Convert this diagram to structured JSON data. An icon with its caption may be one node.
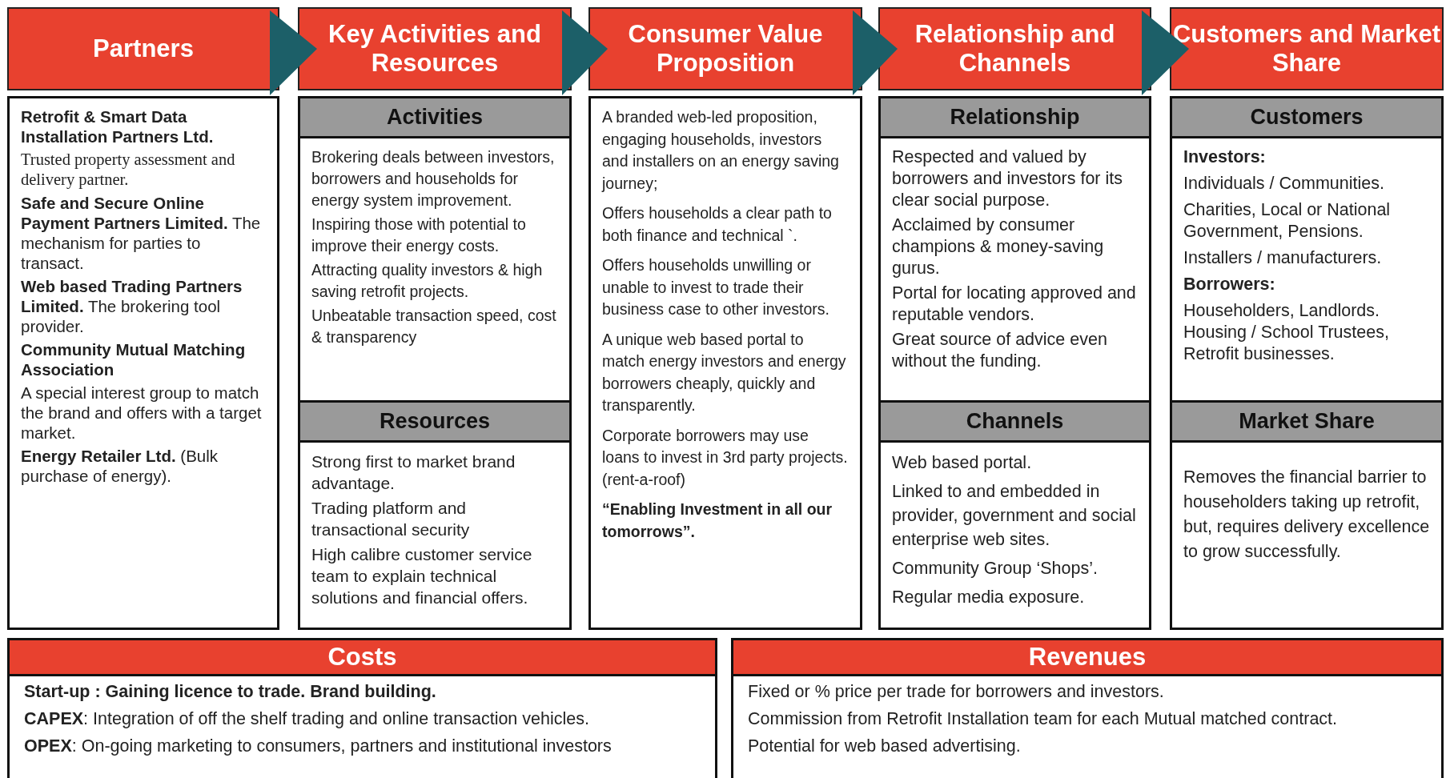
{
  "diagram": {
    "nodes": [
      {
        "text": [
          "Partners"
        ]
      },
      {
        "text": [
          "Retrofit & Smart Data Installation Partners Ltd.",
          "Trusted property assessment and delivery partner.",
          "**Safe and Secure  Online Payment Partners Limited.** The mechanism for parties to transact.",
          "**Web based Trading Partners Limited.** The brokering tool provider.",
          "Community Mutual Matching Association",
          "A special interest group to match the brand and offers with a target market.",
          "**Energy Retailer Ltd.** (Bulk purchase of energy)."
        ]
      },
      {
        "text": [
          "Key Activities and Resources"
        ]
      },
      {
        "text": [
          "Activities",
          "Brokering deals between investors, borrowers and households for energy system improvement.",
          "Inspiring those with potential to improve their energy costs.",
          "Attracting quality investors & high saving retrofit projects.",
          "Unbeatable transaction speed, cost & transparency"
        ]
      },
      {
        "text": [
          "Resources",
          "Strong first to market brand advantage.",
          "Trading platform and transactional security",
          "High calibre customer service team to explain technical solutions and financial offers."
        ]
      },
      {
        "text": [
          "Consumer Value Proposition"
        ]
      },
      {
        "text": [
          "A branded web-led proposition, engaging households, investors and installers on an energy saving journey;",
          "Offers households a clear path to both finance and technical `.",
          "Offers households unwilling or unable to invest to trade their business case to other investors.",
          "A unique web based portal to match energy investors and energy borrowers cheaply, quickly and transparently.",
          "Corporate borrowers may use loans to invest in 3rd party projects. (rent-a-roof)",
          "“Enabling Investment in all our tomorrows”."
        ]
      },
      {
        "text": [
          "Relationship and Channels"
        ]
      },
      {
        "text": [
          "Relationship",
          "Respected and valued by borrowers and investors for its clear social purpose.",
          "Acclaimed by consumer champions & money-saving gurus.",
          "Portal for locating approved and reputable vendors.",
          "Great source of advice even without the funding."
        ]
      },
      {
        "text": [
          "Channels",
          "Web based portal.",
          "Linked to and embedded in provider, government and social enterprise web sites.",
          "Community Group ‘Shops’.",
          "Regular media exposure."
        ]
      },
      {
        "text": [
          "Customers and Market Share"
        ]
      },
      {
        "text": [
          "Customers",
          "Investors:",
          "Individuals / Communities.",
          "Charities, Local or National Government, Pensions.",
          "Installers / manufacturers.",
          "Borrowers:",
          "Householders, Landlords. Housing / School Trustees, Retrofit businesses."
        ]
      },
      {
        "text": [
          "Market Share",
          "Removes the financial barrier to householders taking up retrofit, but, requires delivery excellence to grow successfully."
        ]
      },
      {
        "text": [
          "Costs",
          "Start-up : Gaining licence to trade. Brand building.",
          "**CAPEX**: Integration of off the shelf trading and online transaction vehicles.",
          "**OPEX**: On-going marketing to consumers, partners and institutional investors"
        ]
      },
      {
        "text": [
          "Revenues",
          "Fixed or % price per trade for borrowers and investors.",
          "Commission from Retrofit Installation team for each Mutual matched contract.",
          "Potential for web based advertising."
        ]
      }
    ],
    "edges": [
      {
        "from": 0,
        "to": 2,
        "arrow": "to"
      },
      {
        "from": 2,
        "to": 5,
        "arrow": "to"
      },
      {
        "from": 5,
        "to": 7,
        "arrow": "to"
      },
      {
        "from": 7,
        "to": 10,
        "arrow": "to"
      }
    ]
  }
}
